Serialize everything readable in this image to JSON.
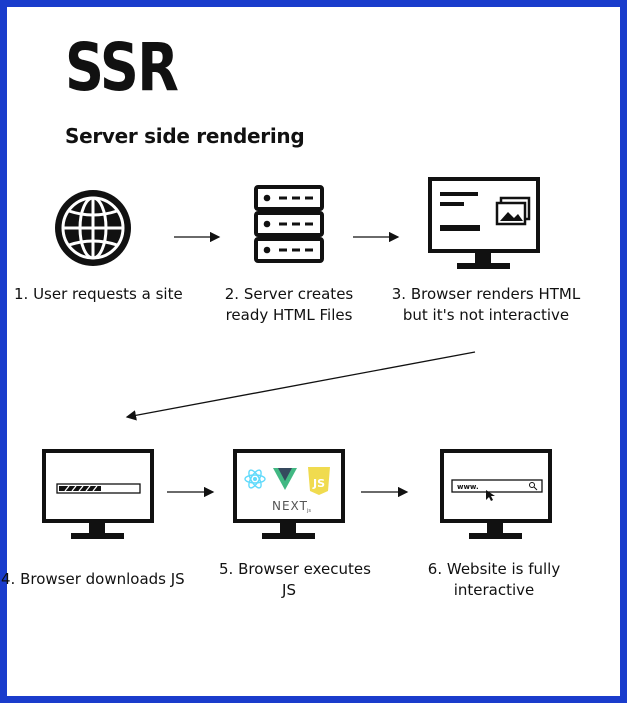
{
  "title": "SSR",
  "subtitle": "Server side rendering",
  "steps": [
    {
      "line1": "1. User requests a site",
      "line2": ""
    },
    {
      "line1": "2.  Server creates",
      "line2": "ready HTML Files"
    },
    {
      "line1": "3. Browser renders HTML",
      "line2": "but it's not interactive"
    },
    {
      "line1": "4. Browser downloads JS",
      "line2": ""
    },
    {
      "line1": "5. Browser executes",
      "line2": "JS"
    },
    {
      "line1": "6. Website is fully",
      "line2": "interactive"
    }
  ],
  "logos": {
    "next": "NEXT",
    "next_sub": "js",
    "js": "JS"
  },
  "url_bar": {
    "text": "www."
  },
  "icons": [
    "globe-icon",
    "server-icon",
    "monitor-icon",
    "react-icon",
    "vue-icon",
    "javascript-icon",
    "search-icon",
    "cursor-icon",
    "image-icon"
  ],
  "colors": {
    "border": "#1a3ccc",
    "ink": "#111111",
    "react": "#61dafb",
    "vue_green": "#41b883",
    "vue_dark": "#35495e",
    "js_yellow": "#f0db4f"
  }
}
